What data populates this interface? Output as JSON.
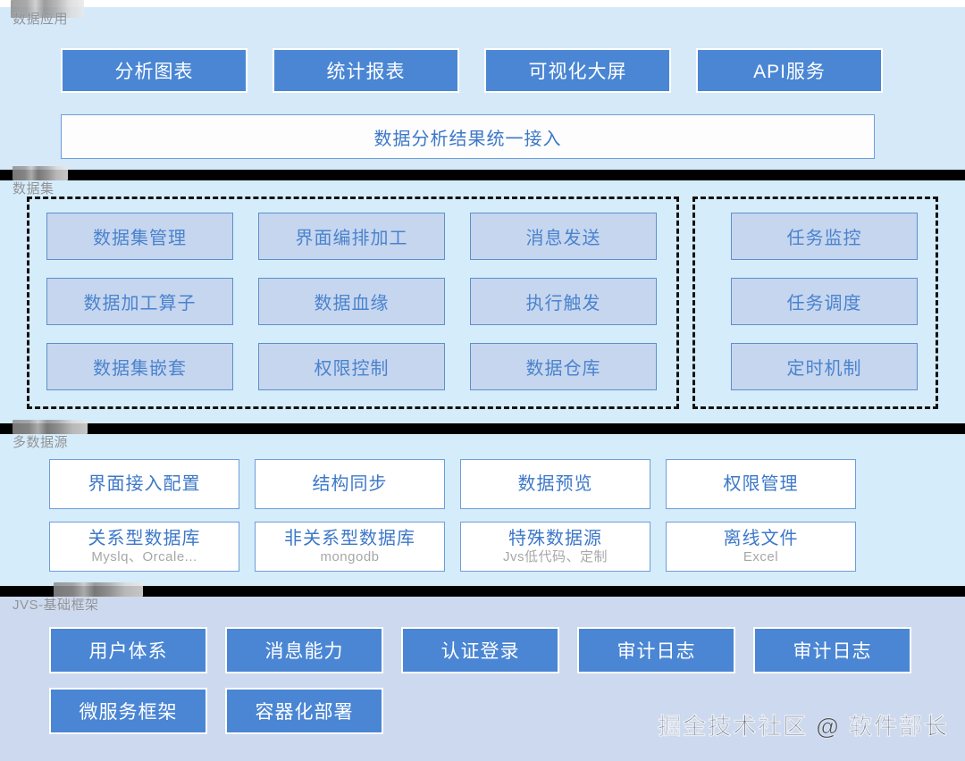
{
  "colors": {
    "solid_button": "#4a86d4",
    "tinted_box": "#c6d6ef",
    "box_border": "#5d8fcb",
    "section_bg_light": "#d5e9f9",
    "section_bg_dataset": "#d5ecfb",
    "section_bg_base": "#ccd9ee",
    "divider": "#000000",
    "label_text": "#8f9296"
  },
  "sections": {
    "app": {
      "label": "数据应用",
      "buttons": [
        {
          "label": "分析图表"
        },
        {
          "label": "统计报表"
        },
        {
          "label": "可视化大屏"
        },
        {
          "label": "API服务"
        }
      ],
      "banner": "数据分析结果统一接入"
    },
    "dataset": {
      "label": "数据集",
      "group_left": {
        "boxes": [
          {
            "label": "数据集管理"
          },
          {
            "label": "界面编排加工"
          },
          {
            "label": "消息发送"
          },
          {
            "label": "数据加工算子"
          },
          {
            "label": "数据血缘"
          },
          {
            "label": "执行触发"
          },
          {
            "label": "数据集嵌套"
          },
          {
            "label": "权限控制"
          },
          {
            "label": "数据仓库"
          }
        ]
      },
      "group_right": {
        "boxes": [
          {
            "label": "任务监控"
          },
          {
            "label": "任务调度"
          },
          {
            "label": "定时机制"
          }
        ]
      }
    },
    "source": {
      "label": "多数据源",
      "boxes": [
        {
          "label": "界面接入配置",
          "sub": ""
        },
        {
          "label": "结构同步",
          "sub": ""
        },
        {
          "label": "数据预览",
          "sub": ""
        },
        {
          "label": "权限管理",
          "sub": ""
        },
        {
          "label": "关系型数据库",
          "sub": "Myslq、Orcale..."
        },
        {
          "label": "非关系型数据库",
          "sub": "mongodb"
        },
        {
          "label": "特殊数据源",
          "sub": "Jvs低代码、定制"
        },
        {
          "label": "离线文件",
          "sub": "Excel"
        }
      ]
    },
    "base": {
      "label": "JVS-基础框架",
      "buttons": [
        {
          "label": "用户体系"
        },
        {
          "label": "消息能力"
        },
        {
          "label": "认证登录"
        },
        {
          "label": "审计日志"
        },
        {
          "label": "审计日志"
        },
        {
          "label": "微服务框架"
        },
        {
          "label": "容器化部署"
        }
      ]
    }
  },
  "watermark": "掘金技术社区 @ 软件部长"
}
